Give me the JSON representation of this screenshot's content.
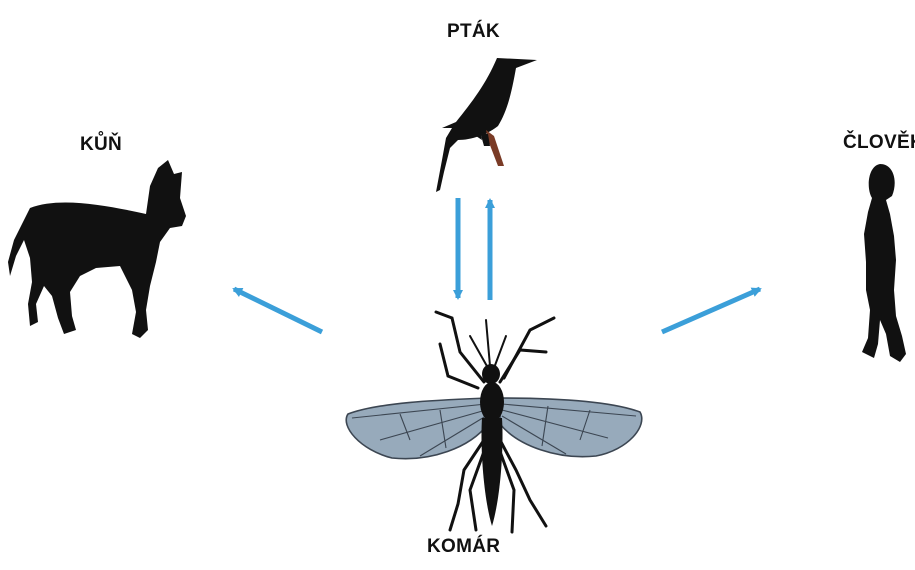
{
  "labels": {
    "bird": "PTÁK",
    "horse": "KŮŇ",
    "human": "ČLOVĚK",
    "mosquito": "KOMÁR"
  },
  "colors": {
    "arrow": "#3b9fd9",
    "silhouette": "#111111",
    "wing": "#97aabb",
    "wing_vein": "#3c4652",
    "bird_leg": "#7a3b26"
  },
  "icons": {
    "bird": "bird-silhouette",
    "horse": "horse-silhouette",
    "human": "human-silhouette",
    "mosquito": "mosquito-illustration"
  }
}
